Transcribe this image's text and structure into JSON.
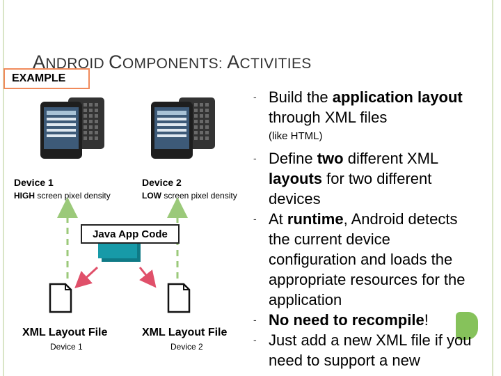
{
  "title": {
    "part1_cap": "A",
    "part1_rest": "NDROID ",
    "part2_cap": "C",
    "part2_rest": "OMPONENTS: ",
    "part3_cap": "A",
    "part3_rest": "CTIVITIES"
  },
  "example_label": "EXAMPLE",
  "devices": [
    {
      "name": "Device 1",
      "density_strong": "HIGH",
      "density_rest": " screen pixel density"
    },
    {
      "name": "Device 2",
      "density_strong": "LOW",
      "density_rest": " screen pixel density"
    }
  ],
  "java_label": "Java App Code",
  "xml_files": [
    {
      "name": "XML Layout File",
      "device": "Device 1"
    },
    {
      "name": "XML Layout File",
      "device": "Device 2"
    }
  ],
  "bullets": {
    "dash": "-",
    "b1_pre": "Build the ",
    "b1_strong": "application layout",
    "b1_post": " through XML files",
    "b1_note": "(like HTML)",
    "b2_pre": "Define ",
    "b2_strong1": "two",
    "b2_mid": " different XML ",
    "b2_strong2": "layouts",
    "b2_post": " for two different devices",
    "b3_pre": "At ",
    "b3_strong": "runtime",
    "b3_post": ", Android detects the current device configuration and loads the appropriate resources for the application",
    "b4_strong": "No need to recompile",
    "b4_post": "!",
    "b5": "Just add a new XML file if you need to support a new"
  },
  "colors": {
    "badge_border": "#f08a5b",
    "arrow_red": "#e0506a",
    "arrow_green": "#9bc97a",
    "java_teal": "#179aa8",
    "accent_green": "#86c25b"
  }
}
